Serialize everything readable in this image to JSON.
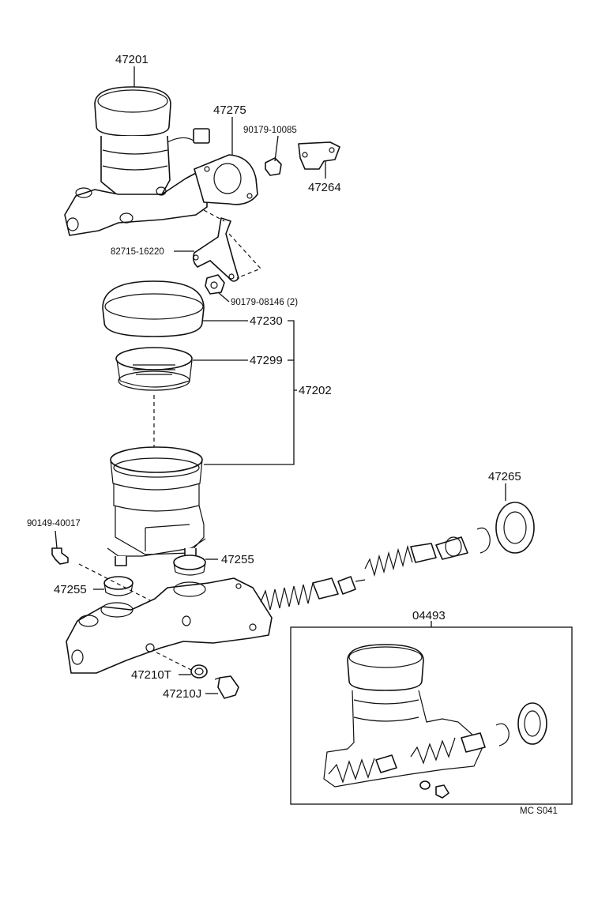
{
  "diagram": {
    "labels": {
      "p47201": "47201",
      "p47275": "47275",
      "p90179_10085": "90179-10085",
      "p47264": "47264",
      "p82715_16220": "82715-16220",
      "p90179_08146": "90179-08146 (2)",
      "p47230": "47230",
      "p47299": "47299",
      "p47202": "47202",
      "p47265": "47265",
      "p90149_40017": "90149-40017",
      "p47255_right": "47255",
      "p47255_left": "47255",
      "p04493": "04493",
      "p47210T": "47210T",
      "p47210J": "47210J",
      "footer_code": "MC  S041"
    }
  }
}
